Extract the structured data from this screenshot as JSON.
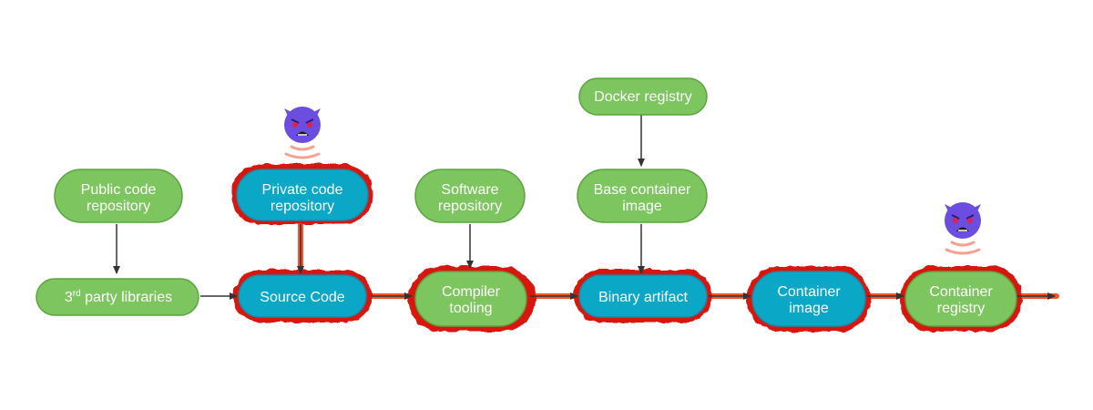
{
  "nodes": {
    "public_code_repository": {
      "lines": [
        "Public code",
        "repository"
      ],
      "kind": "green"
    },
    "third_party_libraries": {
      "prefix": "3",
      "superscript": "rd",
      "suffix": " party libraries",
      "kind": "green"
    },
    "private_code_repository": {
      "lines": [
        "Private code",
        "repository"
      ],
      "kind": "blue",
      "compromised": true
    },
    "source_code": {
      "lines": [
        "Source Code"
      ],
      "kind": "blue",
      "compromised": true
    },
    "software_repository": {
      "lines": [
        "Software",
        "repository"
      ],
      "kind": "green"
    },
    "compiler_tooling": {
      "lines": [
        "Compiler",
        "tooling"
      ],
      "kind": "green",
      "compromised": true
    },
    "docker_registry": {
      "lines": [
        "Docker registry"
      ],
      "kind": "green"
    },
    "base_container_image": {
      "lines": [
        "Base container",
        "image"
      ],
      "kind": "green"
    },
    "binary_artifact": {
      "lines": [
        "Binary artifact"
      ],
      "kind": "blue",
      "compromised": true
    },
    "container_image": {
      "lines": [
        "Container",
        "image"
      ],
      "kind": "blue",
      "compromised": true
    },
    "container_registry": {
      "lines": [
        "Container",
        "registry"
      ],
      "kind": "green",
      "compromised": true
    }
  },
  "attackers": [
    {
      "name": "attacker-private-repo",
      "icon": "devil-face-icon"
    },
    {
      "name": "attacker-container-registry",
      "icon": "devil-face-icon"
    }
  ],
  "colors": {
    "green_fill": "#7dc65f",
    "green_stroke": "#5ba33d",
    "blue_fill": "#0aa7c7",
    "blue_stroke": "#1f86a6",
    "attack_red": "#d9140f",
    "attack_orange": "#f2542d",
    "arrow": "#333333",
    "devil": "#6b4ee0",
    "signal": "#f4a093"
  }
}
